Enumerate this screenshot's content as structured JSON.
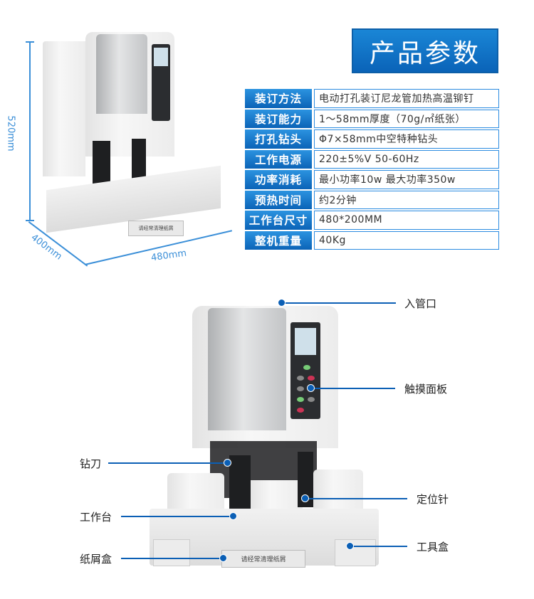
{
  "header": {
    "title": "产品参数"
  },
  "specs": [
    {
      "label": "装订方法",
      "value": "电动打孔装订尼龙管加热高温铆钉"
    },
    {
      "label": "装订能力",
      "value": "1～58mm厚度（70g/㎡纸张）"
    },
    {
      "label": "打孔钻头",
      "value": "Φ7×58mm中空特种钻头"
    },
    {
      "label": "工作电源",
      "value": "220±5%V  50-60Hz"
    },
    {
      "label": "功率消耗",
      "value": "最小功率10w   最大功率350w"
    },
    {
      "label": "预热时间",
      "value": "约2分钟"
    },
    {
      "label": "工作台尺寸",
      "value": "480*200MM"
    },
    {
      "label": "整机重量",
      "value": "40Kg"
    }
  ],
  "dimensions": {
    "height": "520mm",
    "depth": "400mm",
    "width": "480mm"
  },
  "machine": {
    "drawer_label": "请经常清理纸屑"
  },
  "callouts": {
    "tube_inlet": "入管口",
    "touch_panel": "触摸面板",
    "drill": "钻刀",
    "workbench": "工作台",
    "locating_pin": "定位针",
    "scrap_box": "纸屑盒",
    "tool_box": "工具盒"
  },
  "colors": {
    "accent": "#0b63b7",
    "dimension": "#3b8fd8"
  }
}
